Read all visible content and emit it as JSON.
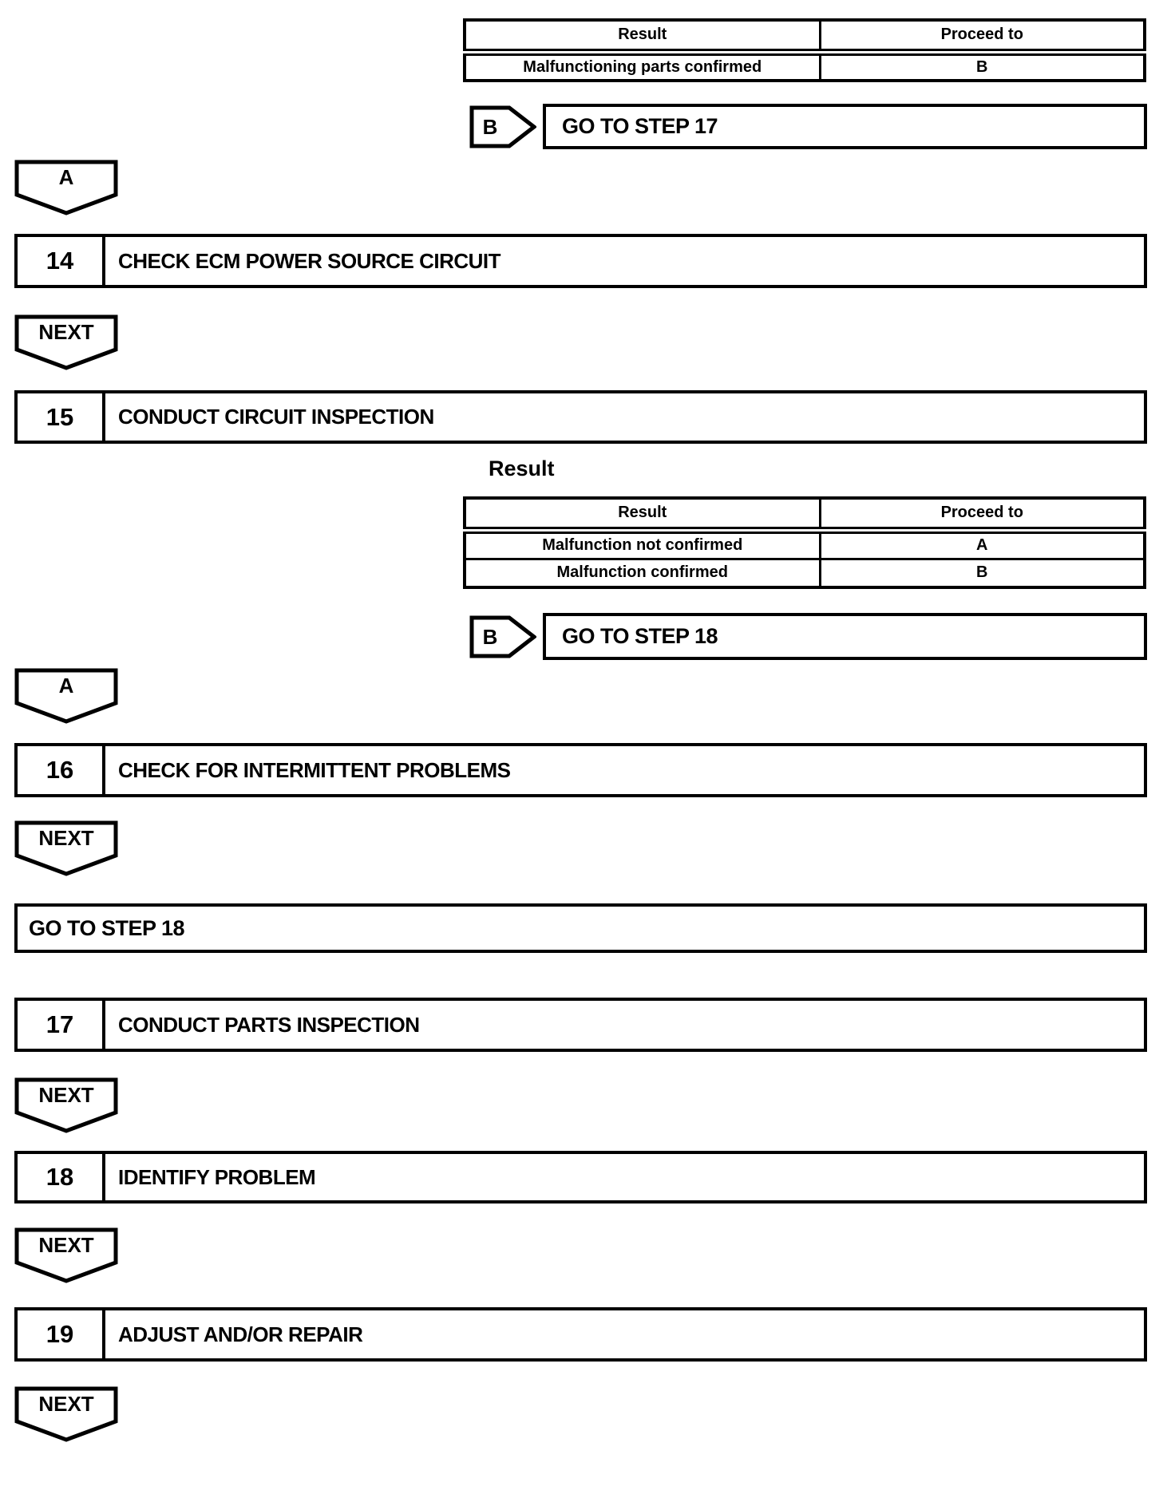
{
  "flowchart": {
    "colors": {
      "ink": "#000000",
      "paper": "#ffffff"
    },
    "result_label": "Result",
    "connectors": {
      "a": "A",
      "b": "B",
      "next": "NEXT"
    },
    "goto": {
      "step17": "GO TO STEP 17",
      "step18": "GO TO STEP 18",
      "step18_wide": "GO TO STEP 18"
    },
    "tables": [
      {
        "headers": [
          "Result",
          "Proceed to"
        ],
        "rows": [
          [
            "Malfunctioning parts confirmed",
            "B"
          ]
        ]
      },
      {
        "headers": [
          "Result",
          "Proceed to"
        ],
        "rows": [
          [
            "Malfunction not confirmed",
            "A"
          ],
          [
            "Malfunction confirmed",
            "B"
          ]
        ]
      }
    ],
    "steps": [
      {
        "number": "14",
        "title": "CHECK ECM POWER SOURCE CIRCUIT"
      },
      {
        "number": "15",
        "title": "CONDUCT CIRCUIT INSPECTION"
      },
      {
        "number": "16",
        "title": "CHECK FOR INTERMITTENT PROBLEMS"
      },
      {
        "number": "17",
        "title": "CONDUCT PARTS INSPECTION"
      },
      {
        "number": "18",
        "title": "IDENTIFY PROBLEM"
      },
      {
        "number": "19",
        "title": "ADJUST AND/OR REPAIR"
      }
    ]
  }
}
